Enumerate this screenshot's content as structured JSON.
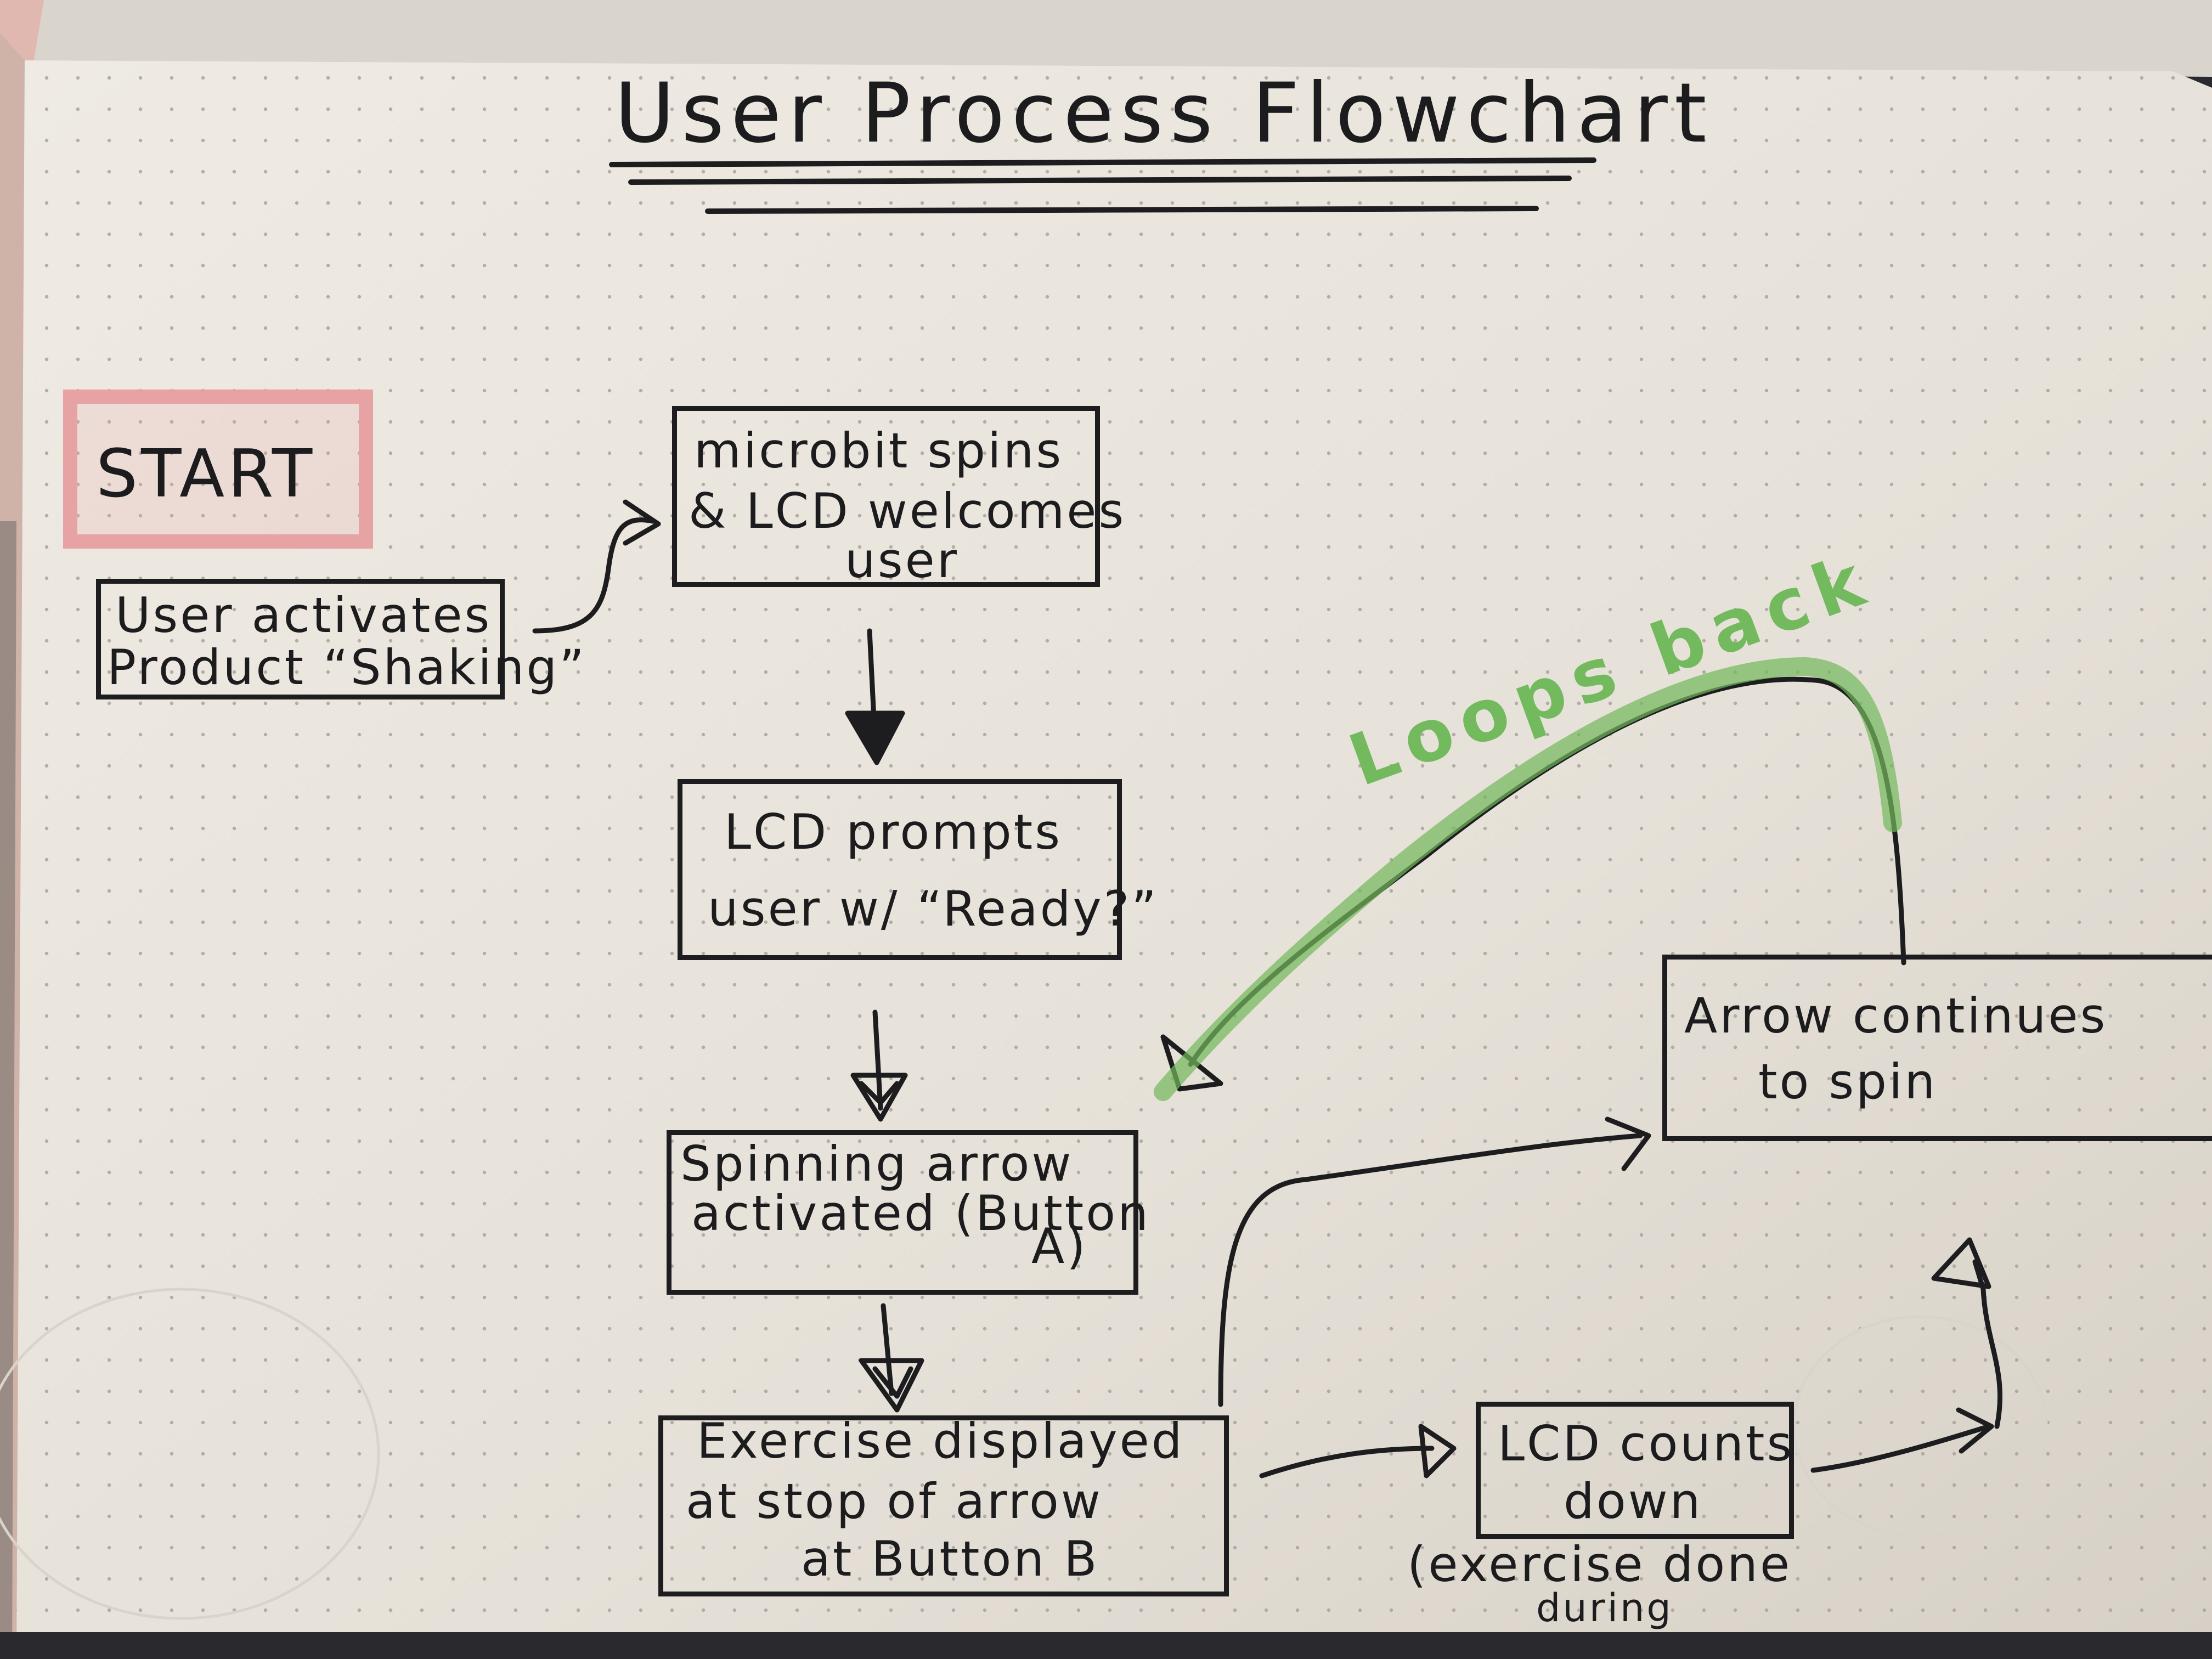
{
  "title": "User Process Flowchart",
  "start": "START",
  "nodes": {
    "user_activates": [
      "User activates",
      "Product “Shaking”"
    ],
    "microbit_spins": [
      "microbit spins",
      "& LCD welcomes",
      "user"
    ],
    "lcd_prompts": [
      "LCD prompts",
      "user w/ “Ready?”"
    ],
    "spinning_arrow": [
      "Spinning arrow",
      "activated (Button",
      "A)"
    ],
    "exercise_displayed": [
      "Exercise displayed",
      "at stop of arrow",
      "at Button B"
    ],
    "lcd_counts_down": [
      "LCD counts",
      "down"
    ],
    "lcd_counts_note": [
      "(exercise done",
      "during"
    ],
    "arrow_continues": [
      "Arrow continues",
      "to spin"
    ]
  },
  "loop_label": "Loops back",
  "colors": {
    "paper": "#e9e4dc",
    "ink": "#1d1d1f",
    "start_highlight": "#e7a3a3",
    "loop_green": "#73b95d"
  }
}
